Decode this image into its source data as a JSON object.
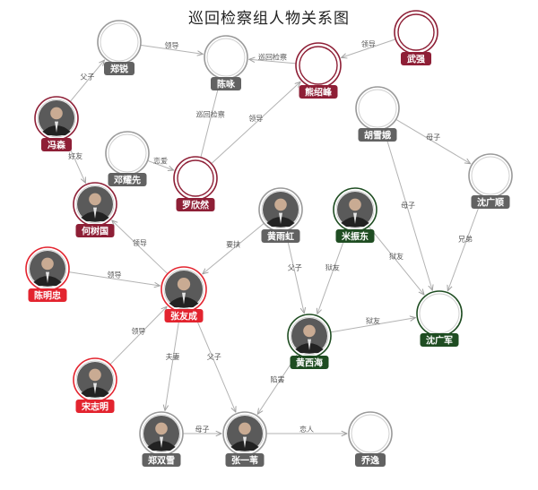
{
  "title": "巡回检察组人物关系图",
  "colors": {
    "gray": "#626262",
    "maroon": "#8e1f36",
    "red": "#e3242f",
    "green": "#1f4d22",
    "edge": "#b3b3b3",
    "ring_gray": "#9a9a9a"
  },
  "nodes": [
    {
      "id": "zhengrui",
      "label": "郑锐",
      "cat": "gray",
      "photo": false
    },
    {
      "id": "chenyong",
      "label": "陈咏",
      "cat": "gray",
      "photo": false
    },
    {
      "id": "xiongshaofeng",
      "label": "熊绍峰",
      "cat": "maroon",
      "photo": false
    },
    {
      "id": "wuqiang",
      "label": "武强",
      "cat": "maroon",
      "photo": false
    },
    {
      "id": "fengsen",
      "label": "冯森",
      "cat": "maroon",
      "photo": true
    },
    {
      "id": "huxuee",
      "label": "胡雪娥",
      "cat": "gray",
      "photo": false
    },
    {
      "id": "dengyaoxian",
      "label": "邓耀先",
      "cat": "gray",
      "photo": false
    },
    {
      "id": "luoxinran",
      "label": "罗欣然",
      "cat": "maroon",
      "photo": false
    },
    {
      "id": "heshuguo",
      "label": "何树国",
      "cat": "maroon",
      "photo": true
    },
    {
      "id": "huangyuhong",
      "label": "黄雨虹",
      "cat": "gray",
      "photo": true
    },
    {
      "id": "mizhendong",
      "label": "米振东",
      "cat": "green",
      "photo": true
    },
    {
      "id": "shenguangshun",
      "label": "沈广顺",
      "cat": "gray",
      "photo": false
    },
    {
      "id": "chenmingzhong",
      "label": "陈明忠",
      "cat": "red",
      "photo": true
    },
    {
      "id": "zhangyoucheng",
      "label": "张友成",
      "cat": "red",
      "photo": true
    },
    {
      "id": "shenguangjun",
      "label": "沈广军",
      "cat": "green",
      "photo": false
    },
    {
      "id": "huangxihai",
      "label": "黄西海",
      "cat": "green",
      "photo": true
    },
    {
      "id": "songzhiming",
      "label": "宋志明",
      "cat": "red",
      "photo": true
    },
    {
      "id": "zhengshuangxue",
      "label": "郑双雪",
      "cat": "gray",
      "photo": true
    },
    {
      "id": "zhangyiwei",
      "label": "张一苇",
      "cat": "gray",
      "photo": true
    },
    {
      "id": "qiaoyi",
      "label": "乔逸",
      "cat": "gray",
      "photo": false
    }
  ],
  "edges": [
    {
      "from": "zhengrui",
      "to": "chenyong",
      "label": "领导"
    },
    {
      "from": "fengsen",
      "to": "zhengrui",
      "label": "父子"
    },
    {
      "from": "xiongshaofeng",
      "to": "chenyong",
      "label": "巡回检察"
    },
    {
      "from": "wuqiang",
      "to": "xiongshaofeng",
      "label": "领导"
    },
    {
      "from": "fengsen",
      "to": "heshuguo",
      "label": "好友"
    },
    {
      "from": "luoxinran",
      "to": "chenyong",
      "label": "巡回检察"
    },
    {
      "from": "luoxinran",
      "to": "xiongshaofeng",
      "label": "领导"
    },
    {
      "from": "dengyaoxian",
      "to": "luoxinran",
      "label": "恋爱"
    },
    {
      "from": "huxuee",
      "to": "shenguangshun",
      "label": "母子"
    },
    {
      "from": "huxuee",
      "to": "shenguangjun",
      "label": "母子"
    },
    {
      "from": "shenguangshun",
      "to": "shenguangjun",
      "label": "兄弟"
    },
    {
      "from": "zhangyoucheng",
      "to": "heshuguo",
      "label": "领导"
    },
    {
      "from": "huangyuhong",
      "to": "zhangyoucheng",
      "label": "要挟"
    },
    {
      "from": "huangyuhong",
      "to": "huangxihai",
      "label": "父子"
    },
    {
      "from": "mizhendong",
      "to": "huangxihai",
      "label": "狱友"
    },
    {
      "from": "mizhendong",
      "to": "shenguangjun",
      "label": "狱友"
    },
    {
      "from": "chenmingzhong",
      "to": "zhangyoucheng",
      "label": "领导"
    },
    {
      "from": "huangxihai",
      "to": "shenguangjun",
      "label": "狱友"
    },
    {
      "from": "songzhiming",
      "to": "zhangyoucheng",
      "label": "领导"
    },
    {
      "from": "zhangyoucheng",
      "to": "zhengshuangxue",
      "label": "夫妻"
    },
    {
      "from": "zhangyoucheng",
      "to": "zhangyiwei",
      "label": "父子"
    },
    {
      "from": "huangxihai",
      "to": "zhangyiwei",
      "label": "陷害"
    },
    {
      "from": "zhengshuangxue",
      "to": "zhangyiwei",
      "label": "母子"
    },
    {
      "from": "zhangyiwei",
      "to": "qiaoyi",
      "label": "恋人"
    }
  ]
}
